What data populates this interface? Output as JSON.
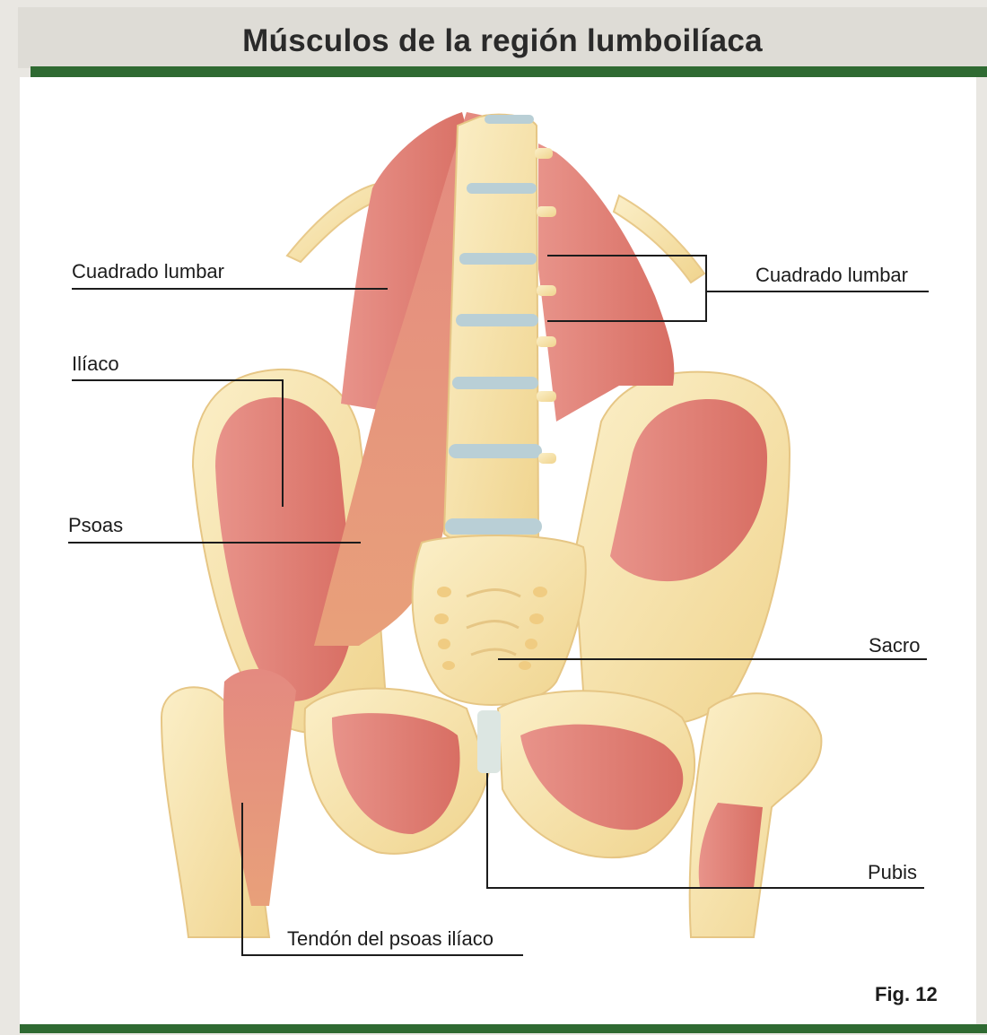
{
  "title": "Músculos de la región lumboilíaca",
  "labels": {
    "cuadrado_lumbar_left": "Cuadrado lumbar",
    "cuadrado_lumbar_right": "Cuadrado lumbar",
    "iliaco": "Ilíaco",
    "psoas": "Psoas",
    "sacro": "Sacro",
    "pubis": "Pubis",
    "tendon_psoas_iliaco": "Tendón del psoas ilíaco"
  },
  "figure_number": "Fig. 12",
  "colors": {
    "frame_green": "#2f6a32",
    "bone": "#f7e2a8",
    "muscle": "#e07d73",
    "disc": "#b9cfd6"
  }
}
